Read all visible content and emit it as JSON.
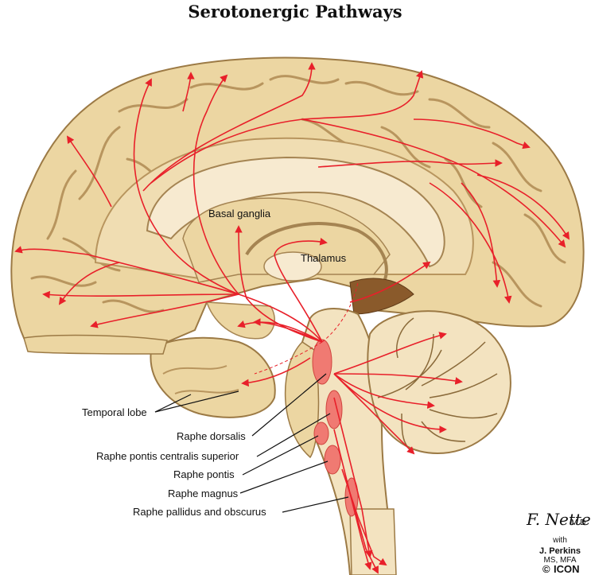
{
  "title": "Serotonergic Pathways",
  "labels": {
    "basal_ganglia": "Basal ganglia",
    "thalamus": "Thalamus",
    "temporal_lobe": "Temporal lobe",
    "raphe_dorsalis": "Raphe dorsalis",
    "raphe_pontis_centralis_superior": "Raphe pontis centralis superior",
    "raphe_pontis": "Raphe pontis",
    "raphe_magnus": "Raphe magnus",
    "raphe_pallidus_obscurus": "Raphe pallidus and obscurus"
  },
  "credits": {
    "signature": "F. Netter",
    "signature_suffix": "M.D.",
    "with": "with",
    "coauthor": "J. Perkins",
    "coauthor_degree": "MS, MFA",
    "copyright": "©",
    "publisher": "ICON"
  },
  "colors": {
    "brain_fill": "#ecd6a2",
    "brain_shadow": "#cfb07a",
    "medial_fill": "#f3e3c0",
    "pathway": "#e8202a",
    "nucleus": "#f07a72"
  }
}
